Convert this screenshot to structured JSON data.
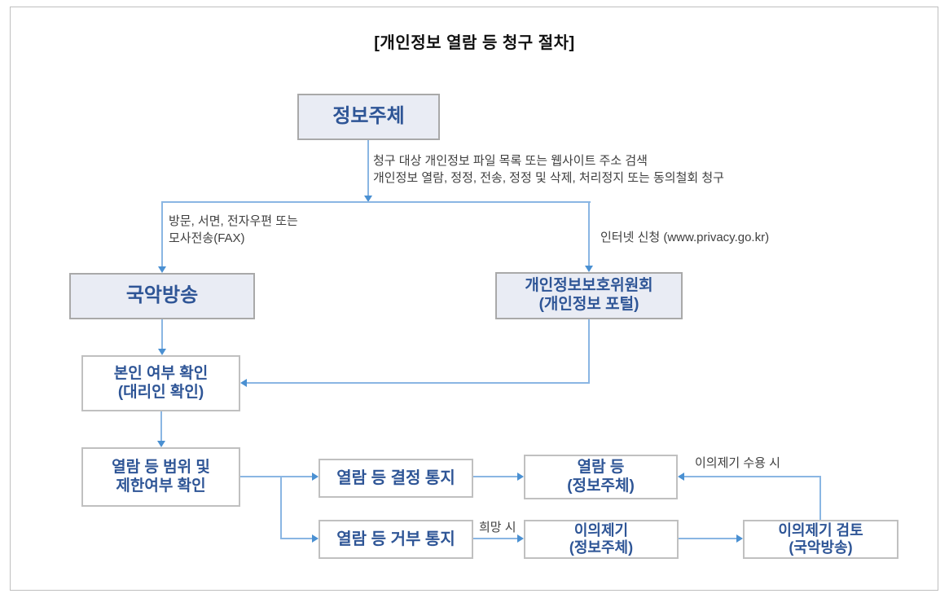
{
  "title": "[개인정보 열람 등 청구 절차]",
  "nodes": {
    "subject": "정보주체",
    "broadcaster": "국악방송",
    "pipc": "개인정보보호위원회\n(개인정보 포털)",
    "identity_check": "본인 여부 확인\n(대리인 확인)",
    "scope_check": "열람 등 범위 및\n제한여부 확인",
    "decision_notice": "열람 등 결정 통지",
    "access": "열람 등\n(정보주체)",
    "refusal_notice": "열람 등 거부 통지",
    "objection": "이의제기\n(정보주체)",
    "objection_review": "이의제기 검토\n(국악방송)"
  },
  "edge_labels": {
    "request_methods": "청구 대상 개인정보 파일 목록 또는 웹사이트 주소 검색\n개인정보 열람, 정정, 전송, 정정 및 삭제, 처리정지 또는 동의철회 청구",
    "offline_channel": "방문, 서면, 전자우편 또는\n모사전송(FAX)",
    "online_channel": "인터넷 신청 (www.privacy.go.kr)",
    "if_desired": "희망 시",
    "if_objection_accepted": "이의제기 수용 시"
  },
  "colors": {
    "box_fill": "#e9ecf4",
    "box_border": "#a9a9a9",
    "white_box_border": "#c0c0c0",
    "box_text": "#2e5596",
    "line": "#8ab6e3",
    "arrowhead": "#4a90d2",
    "label_text": "#3f3f3f",
    "frame_border": "#bfbfbf"
  }
}
